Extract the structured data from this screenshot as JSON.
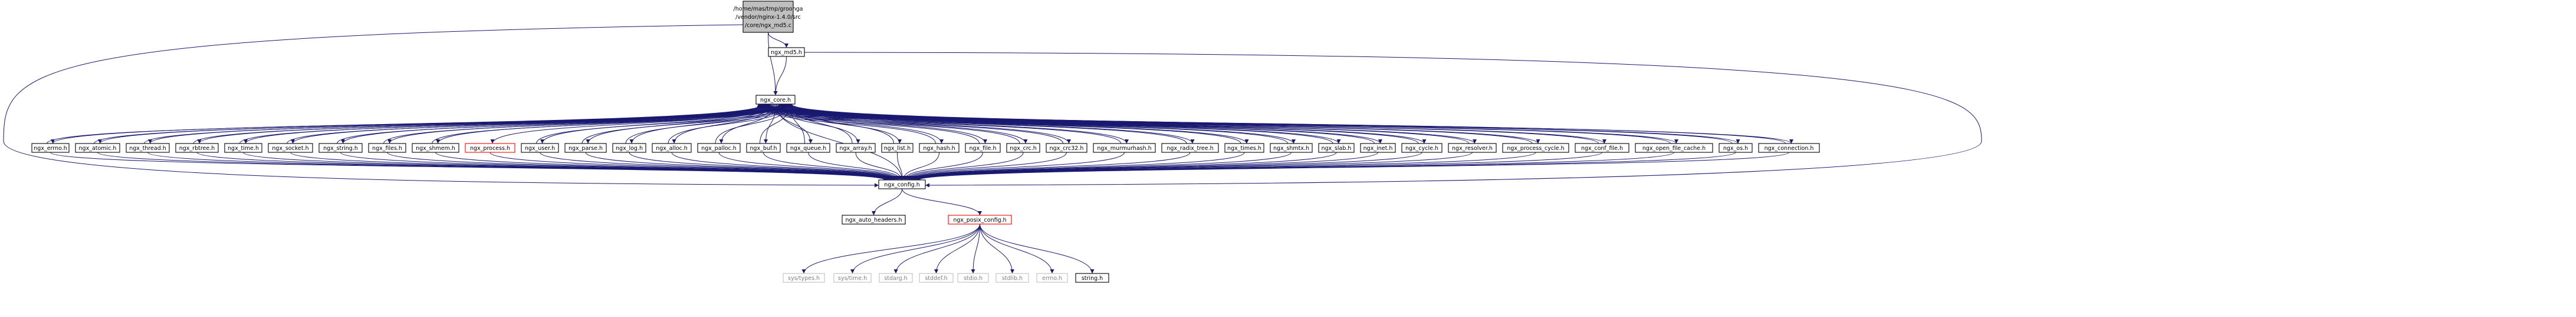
{
  "colors": {
    "edge": "#191970",
    "node_border": "#000000",
    "node_text": "#000000",
    "root_fill": "#bfbfbf",
    "red_border": "#ff0000",
    "system_border": "#bfbfbf",
    "system_text": "#7f7f7f"
  },
  "nodes": [
    {
      "id": "root",
      "lines": [
        "/home/mas/tmp/groonga",
        "/vendor/nginx-1.4.0/src",
        "/core/ngx_md5.c"
      ],
      "style": "root"
    },
    {
      "id": "md5",
      "lines": [
        "ngx_md5.h"
      ],
      "style": "normal"
    },
    {
      "id": "core",
      "lines": [
        "ngx_core.h"
      ],
      "style": "normal"
    },
    {
      "id": "errno",
      "lines": [
        "ngx_errno.h"
      ],
      "style": "normal"
    },
    {
      "id": "atomic",
      "lines": [
        "ngx_atomic.h"
      ],
      "style": "normal"
    },
    {
      "id": "thread",
      "lines": [
        "ngx_thread.h"
      ],
      "style": "normal"
    },
    {
      "id": "rbtree",
      "lines": [
        "ngx_rbtree.h"
      ],
      "style": "normal"
    },
    {
      "id": "time",
      "lines": [
        "ngx_time.h"
      ],
      "style": "normal"
    },
    {
      "id": "socket",
      "lines": [
        "ngx_socket.h"
      ],
      "style": "normal"
    },
    {
      "id": "string",
      "lines": [
        "ngx_string.h"
      ],
      "style": "normal"
    },
    {
      "id": "files",
      "lines": [
        "ngx_files.h"
      ],
      "style": "normal"
    },
    {
      "id": "shmem",
      "lines": [
        "ngx_shmem.h"
      ],
      "style": "normal"
    },
    {
      "id": "process",
      "lines": [
        "ngx_process.h"
      ],
      "style": "red"
    },
    {
      "id": "user",
      "lines": [
        "ngx_user.h"
      ],
      "style": "normal"
    },
    {
      "id": "parse",
      "lines": [
        "ngx_parse.h"
      ],
      "style": "normal"
    },
    {
      "id": "log",
      "lines": [
        "ngx_log.h"
      ],
      "style": "normal"
    },
    {
      "id": "alloc",
      "lines": [
        "ngx_alloc.h"
      ],
      "style": "normal"
    },
    {
      "id": "palloc",
      "lines": [
        "ngx_palloc.h"
      ],
      "style": "normal"
    },
    {
      "id": "buf",
      "lines": [
        "ngx_buf.h"
      ],
      "style": "normal"
    },
    {
      "id": "queue",
      "lines": [
        "ngx_queue.h"
      ],
      "style": "normal"
    },
    {
      "id": "array",
      "lines": [
        "ngx_array.h"
      ],
      "style": "normal"
    },
    {
      "id": "list",
      "lines": [
        "ngx_list.h"
      ],
      "style": "normal"
    },
    {
      "id": "hash",
      "lines": [
        "ngx_hash.h"
      ],
      "style": "normal"
    },
    {
      "id": "file",
      "lines": [
        "ngx_file.h"
      ],
      "style": "normal"
    },
    {
      "id": "crc",
      "lines": [
        "ngx_crc.h"
      ],
      "style": "normal"
    },
    {
      "id": "crc32",
      "lines": [
        "ngx_crc32.h"
      ],
      "style": "normal"
    },
    {
      "id": "murmurhash",
      "lines": [
        "ngx_murmurhash.h"
      ],
      "style": "normal"
    },
    {
      "id": "radix",
      "lines": [
        "ngx_radix_tree.h"
      ],
      "style": "normal"
    },
    {
      "id": "times",
      "lines": [
        "ngx_times.h"
      ],
      "style": "normal"
    },
    {
      "id": "shmtx",
      "lines": [
        "ngx_shmtx.h"
      ],
      "style": "normal"
    },
    {
      "id": "slab",
      "lines": [
        "ngx_slab.h"
      ],
      "style": "normal"
    },
    {
      "id": "inet",
      "lines": [
        "ngx_inet.h"
      ],
      "style": "normal"
    },
    {
      "id": "cycle",
      "lines": [
        "ngx_cycle.h"
      ],
      "style": "normal"
    },
    {
      "id": "resolver",
      "lines": [
        "ngx_resolver.h"
      ],
      "style": "normal"
    },
    {
      "id": "process_cycle",
      "lines": [
        "ngx_process_cycle.h"
      ],
      "style": "normal"
    },
    {
      "id": "conf_file",
      "lines": [
        "ngx_conf_file.h"
      ],
      "style": "normal"
    },
    {
      "id": "open_file_cache",
      "lines": [
        "ngx_open_file_cache.h"
      ],
      "style": "normal"
    },
    {
      "id": "os",
      "lines": [
        "ngx_os.h"
      ],
      "style": "normal"
    },
    {
      "id": "connection",
      "lines": [
        "ngx_connection.h"
      ],
      "style": "normal"
    },
    {
      "id": "config",
      "lines": [
        "ngx_config.h"
      ],
      "style": "normal"
    },
    {
      "id": "auto_headers",
      "lines": [
        "ngx_auto_headers.h"
      ],
      "style": "normal"
    },
    {
      "id": "posix_config",
      "lines": [
        "ngx_posix_config.h"
      ],
      "style": "red"
    },
    {
      "id": "sys_types",
      "lines": [
        "sys/types.h"
      ],
      "style": "system"
    },
    {
      "id": "sys_time",
      "lines": [
        "sys/time.h"
      ],
      "style": "system"
    },
    {
      "id": "stdarg",
      "lines": [
        "stdarg.h"
      ],
      "style": "system"
    },
    {
      "id": "stddef",
      "lines": [
        "stddef.h"
      ],
      "style": "system"
    },
    {
      "id": "stdio",
      "lines": [
        "stdio.h"
      ],
      "style": "system"
    },
    {
      "id": "stdlib",
      "lines": [
        "stdlib.h"
      ],
      "style": "system"
    },
    {
      "id": "errno_sys",
      "lines": [
        "errno.h"
      ],
      "style": "system"
    },
    {
      "id": "string_sys",
      "lines": [
        "string.h"
      ],
      "style": "normal"
    }
  ],
  "edges": [
    [
      "root",
      "md5"
    ],
    [
      "root",
      "core"
    ],
    [
      "root",
      "config"
    ],
    [
      "md5",
      "core"
    ],
    [
      "md5",
      "config"
    ],
    [
      "core",
      "errno"
    ],
    [
      "core",
      "atomic"
    ],
    [
      "core",
      "thread"
    ],
    [
      "core",
      "rbtree"
    ],
    [
      "core",
      "time"
    ],
    [
      "core",
      "socket"
    ],
    [
      "core",
      "string"
    ],
    [
      "core",
      "files"
    ],
    [
      "core",
      "shmem"
    ],
    [
      "core",
      "process"
    ],
    [
      "core",
      "user"
    ],
    [
      "core",
      "parse"
    ],
    [
      "core",
      "log"
    ],
    [
      "core",
      "alloc"
    ],
    [
      "core",
      "palloc"
    ],
    [
      "core",
      "buf"
    ],
    [
      "core",
      "queue"
    ],
    [
      "core",
      "array"
    ],
    [
      "core",
      "list"
    ],
    [
      "core",
      "hash"
    ],
    [
      "core",
      "file"
    ],
    [
      "core",
      "crc"
    ],
    [
      "core",
      "crc32"
    ],
    [
      "core",
      "murmurhash"
    ],
    [
      "core",
      "radix"
    ],
    [
      "core",
      "times"
    ],
    [
      "core",
      "shmtx"
    ],
    [
      "core",
      "slab"
    ],
    [
      "core",
      "inet"
    ],
    [
      "core",
      "cycle"
    ],
    [
      "core",
      "resolver"
    ],
    [
      "core",
      "process_cycle"
    ],
    [
      "core",
      "conf_file"
    ],
    [
      "core",
      "open_file_cache"
    ],
    [
      "core",
      "os"
    ],
    [
      "core",
      "connection"
    ],
    [
      "core",
      "config"
    ],
    [
      "errno",
      "config"
    ],
    [
      "atomic",
      "config"
    ],
    [
      "thread",
      "config"
    ],
    [
      "rbtree",
      "config"
    ],
    [
      "time",
      "config"
    ],
    [
      "socket",
      "config"
    ],
    [
      "string",
      "config"
    ],
    [
      "files",
      "config"
    ],
    [
      "shmem",
      "config"
    ],
    [
      "process",
      "config"
    ],
    [
      "user",
      "config"
    ],
    [
      "parse",
      "config"
    ],
    [
      "log",
      "config"
    ],
    [
      "alloc",
      "config"
    ],
    [
      "palloc",
      "config"
    ],
    [
      "buf",
      "config"
    ],
    [
      "queue",
      "config"
    ],
    [
      "array",
      "config"
    ],
    [
      "list",
      "config"
    ],
    [
      "hash",
      "config"
    ],
    [
      "file",
      "config"
    ],
    [
      "crc",
      "config"
    ],
    [
      "crc32",
      "config"
    ],
    [
      "murmurhash",
      "config"
    ],
    [
      "radix",
      "config"
    ],
    [
      "times",
      "config"
    ],
    [
      "shmtx",
      "config"
    ],
    [
      "slab",
      "config"
    ],
    [
      "inet",
      "config"
    ],
    [
      "cycle",
      "config"
    ],
    [
      "resolver",
      "config"
    ],
    [
      "process_cycle",
      "config"
    ],
    [
      "conf_file",
      "config"
    ],
    [
      "open_file_cache",
      "config"
    ],
    [
      "os",
      "config"
    ],
    [
      "connection",
      "config"
    ],
    [
      "errno",
      "core"
    ],
    [
      "atomic",
      "core"
    ],
    [
      "thread",
      "core"
    ],
    [
      "rbtree",
      "core"
    ],
    [
      "time",
      "core"
    ],
    [
      "socket",
      "core"
    ],
    [
      "string",
      "core"
    ],
    [
      "files",
      "core"
    ],
    [
      "shmem",
      "core"
    ],
    [
      "user",
      "core"
    ],
    [
      "parse",
      "core"
    ],
    [
      "log",
      "core"
    ],
    [
      "alloc",
      "core"
    ],
    [
      "palloc",
      "core"
    ],
    [
      "buf",
      "core"
    ],
    [
      "queue",
      "core"
    ],
    [
      "array",
      "core"
    ],
    [
      "list",
      "core"
    ],
    [
      "hash",
      "core"
    ],
    [
      "file",
      "core"
    ],
    [
      "crc",
      "core"
    ],
    [
      "crc32",
      "core"
    ],
    [
      "murmurhash",
      "core"
    ],
    [
      "radix",
      "core"
    ],
    [
      "times",
      "core"
    ],
    [
      "shmtx",
      "core"
    ],
    [
      "slab",
      "core"
    ],
    [
      "inet",
      "core"
    ],
    [
      "cycle",
      "core"
    ],
    [
      "resolver",
      "core"
    ],
    [
      "process_cycle",
      "core"
    ],
    [
      "conf_file",
      "core"
    ],
    [
      "open_file_cache",
      "core"
    ],
    [
      "os",
      "core"
    ],
    [
      "connection",
      "core"
    ],
    [
      "config",
      "auto_headers"
    ],
    [
      "config",
      "posix_config"
    ],
    [
      "posix_config",
      "sys_types"
    ],
    [
      "posix_config",
      "sys_time"
    ],
    [
      "posix_config",
      "stdarg"
    ],
    [
      "posix_config",
      "stddef"
    ],
    [
      "posix_config",
      "stdio"
    ],
    [
      "posix_config",
      "stdlib"
    ],
    [
      "posix_config",
      "errno_sys"
    ],
    [
      "posix_config",
      "string_sys"
    ]
  ]
}
